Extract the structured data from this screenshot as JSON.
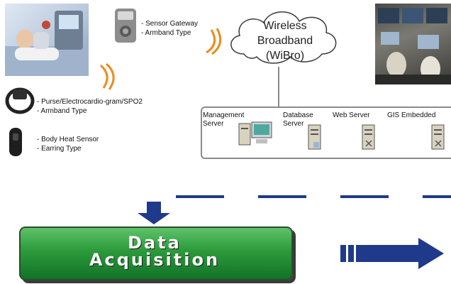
{
  "gateway": {
    "line1": "- Sensor Gateway",
    "line2": "- Armband Type"
  },
  "cloud": {
    "line1": "Wireless",
    "line2": "Broadband",
    "line3": "(WiBro)"
  },
  "sensor_purse": {
    "line1": "- Purse/Electrocardio-gram/SPO2",
    "line2": "- Armband Type"
  },
  "sensor_heat": {
    "line1": "- Body Heat Sensor",
    "line2": "- Earring Type"
  },
  "servers": {
    "management": {
      "line1": "Management",
      "line2": "Server"
    },
    "database": {
      "line1": "Database",
      "line2": "Server"
    },
    "web": {
      "line1": "Web Server"
    },
    "gis": {
      "line1": "GIS Embedded"
    }
  },
  "acquisition": {
    "line1": "Data",
    "line2": "Acquisition"
  },
  "colors": {
    "signal_wave": "#f08a1c",
    "dash_line": "#1f3a8a",
    "acquisition_green": "#2b9a3a"
  }
}
